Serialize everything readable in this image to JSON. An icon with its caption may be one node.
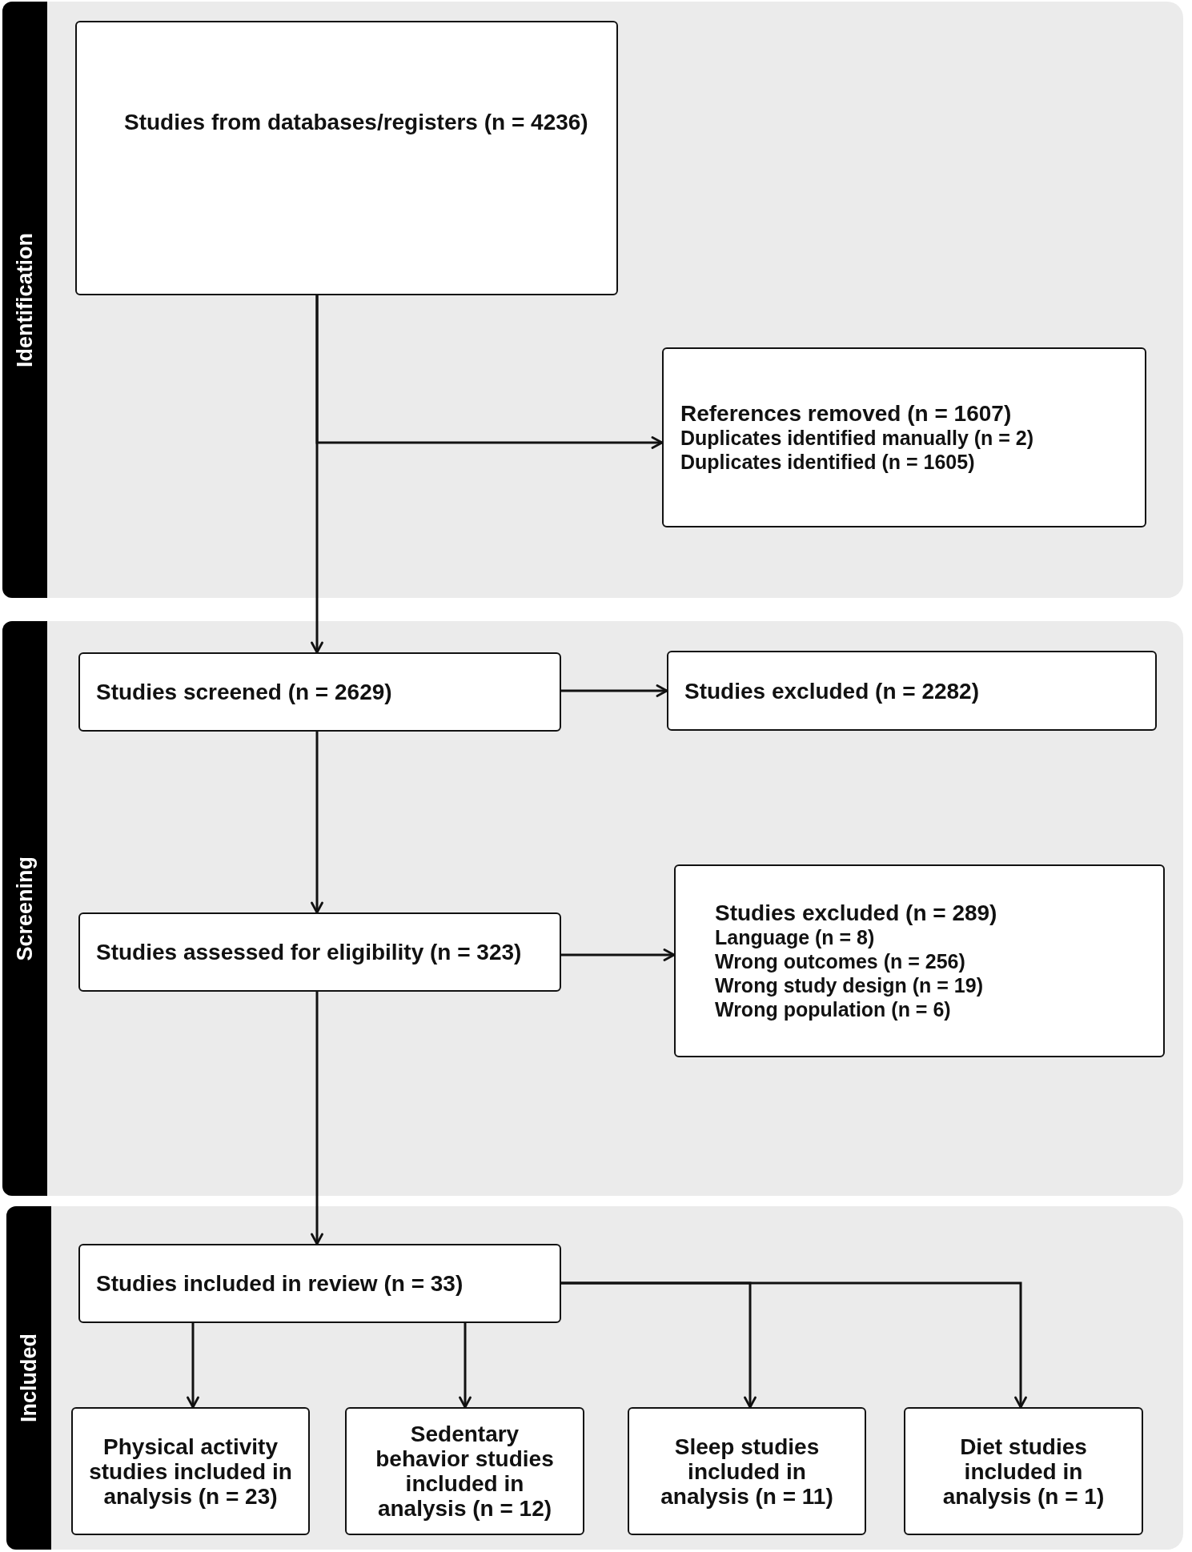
{
  "diagram": {
    "nodes": [
      {
        "text": [
          "Identification"
        ]
      },
      {
        "text": [
          "Studies from databases/registers (n = 4236)"
        ],
        "in": 0
      },
      {
        "text": [
          "References removed (n = 1607)",
          "Duplicates identified manually (n = 2)",
          "Duplicates identified (n = 1605)"
        ],
        "in": 0
      },
      {
        "text": [
          "Screening"
        ]
      },
      {
        "text": [
          "Studies screened (n = 2629)"
        ],
        "in": 3
      },
      {
        "text": [
          "Studies excluded (n = 2282)"
        ],
        "in": 3
      },
      {
        "text": [
          "Studies assessed for eligibility (n = 323)"
        ],
        "in": 3
      },
      {
        "text": [
          "Studies excluded (n = 289)",
          "Language (n = 8)",
          "Wrong outcomes (n = 256)",
          "Wrong study design (n = 19)",
          "Wrong population (n = 6)"
        ],
        "in": 3
      },
      {
        "text": [
          "Included"
        ]
      },
      {
        "text": [
          "Studies included in review (n = 33)"
        ],
        "in": 8
      },
      {
        "text": [
          "Physical activity studies included in analysis (n = 23)"
        ],
        "in": 8
      },
      {
        "text": [
          "Sedentary behavior studies included in analysis (n = 12)"
        ],
        "in": 8
      },
      {
        "text": [
          "Sleep studies included in analysis (n = 11)"
        ],
        "in": 8
      },
      {
        "text": [
          "Diet studies included in analysis (n = 1)"
        ],
        "in": 8
      }
    ],
    "edges": [
      {
        "from": 1,
        "to": 4,
        "arrow": "to"
      },
      {
        "from": 1,
        "to": 2,
        "arrow": "to"
      },
      {
        "from": 4,
        "to": 5,
        "arrow": "to"
      },
      {
        "from": 4,
        "to": 6,
        "arrow": "to"
      },
      {
        "from": 6,
        "to": 7,
        "arrow": "to"
      },
      {
        "from": 6,
        "to": 9,
        "arrow": "to"
      },
      {
        "from": 9,
        "to": 10,
        "arrow": "to"
      },
      {
        "from": 9,
        "to": 11,
        "arrow": "to"
      },
      {
        "from": 9,
        "to": 12,
        "arrow": "to"
      },
      {
        "from": 9,
        "to": 13,
        "arrow": "to"
      }
    ]
  }
}
